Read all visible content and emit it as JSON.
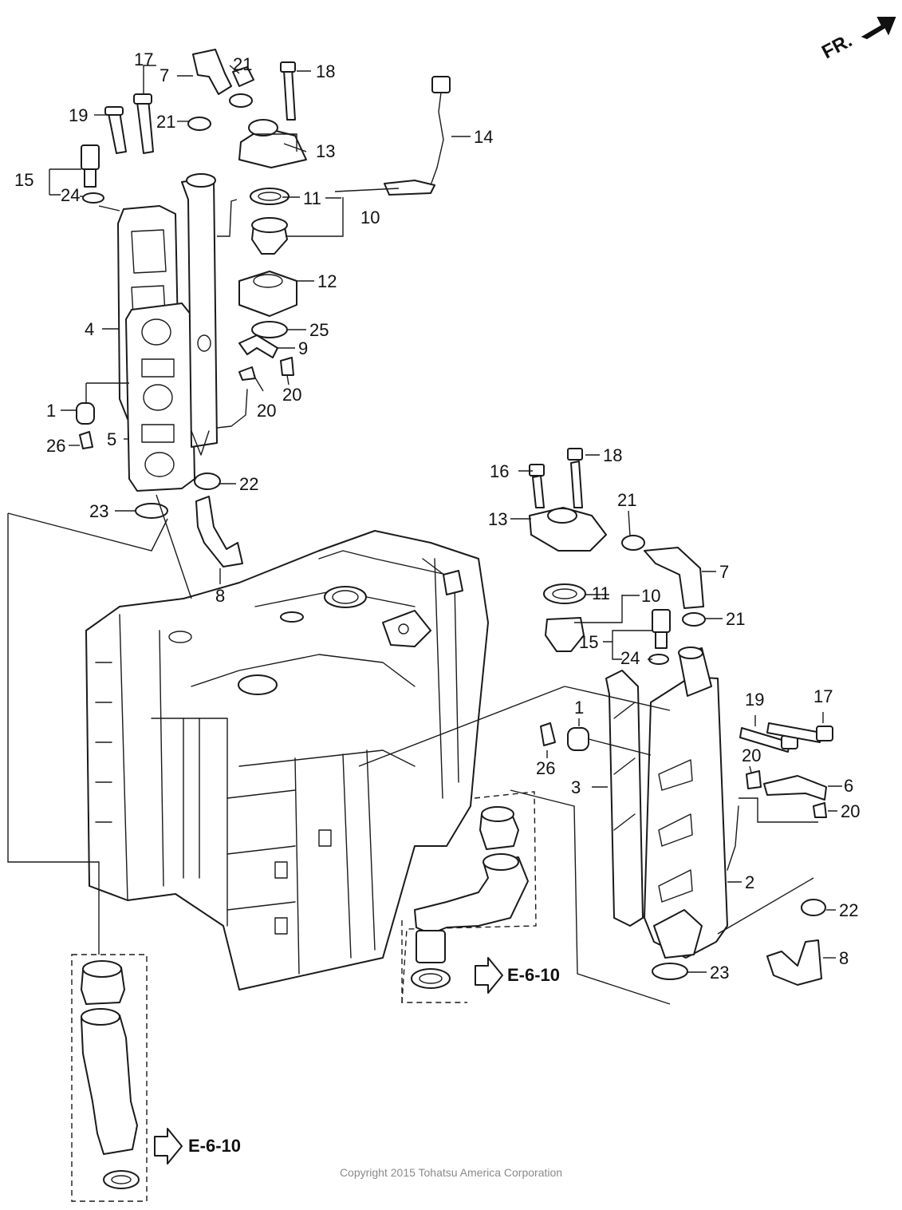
{
  "direction_label": "FR.",
  "callouts": {
    "p1a": "1",
    "p1b": "1",
    "p2": "2",
    "p3": "3",
    "p4": "4",
    "p5": "5",
    "p6": "6",
    "p7a": "7",
    "p7b": "7",
    "p8a": "8",
    "p8b": "8",
    "p9": "9",
    "p10a": "10",
    "p10b": "10",
    "p11a": "11",
    "p11b": "11",
    "p12": "12",
    "p13a": "13",
    "p13b": "13",
    "p14": "14",
    "p15a": "15",
    "p15b": "15",
    "p16": "16",
    "p17a": "17",
    "p17b": "17",
    "p18a": "18",
    "p18b": "18",
    "p19a": "19",
    "p19b": "19",
    "p20a": "20",
    "p20b": "20",
    "p20c": "20",
    "p20d": "20",
    "p21a": "21",
    "p21b": "21",
    "p21c": "21",
    "p21d": "21",
    "p22a": "22",
    "p22b": "22",
    "p23a": "23",
    "p23b": "23",
    "p24a": "24",
    "p24b": "24",
    "p25": "25",
    "p26a": "26",
    "p26b": "26"
  },
  "references": {
    "ref_a": "E-6-10",
    "ref_b": "E-6-10"
  },
  "copyright": "Copyright 2015 Tohatsu America Corporation"
}
